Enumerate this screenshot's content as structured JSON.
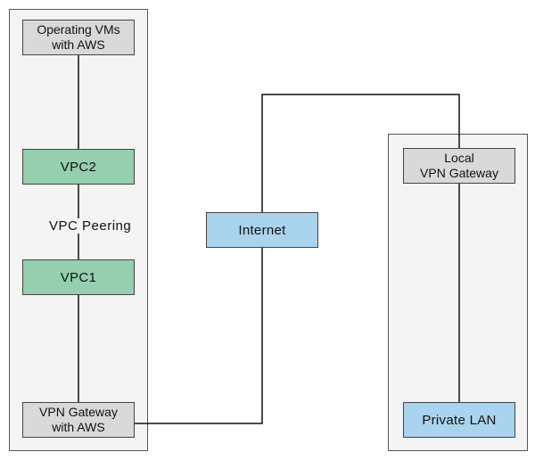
{
  "colors": {
    "gray_box": "#d9d9d9",
    "green_box": "#95cfb0",
    "blue_box": "#aad4ee",
    "panel": "#f4f4f4",
    "line": "#111111"
  },
  "left_panel": {
    "aws_vms": {
      "line1": "Operating VMs",
      "line2": "with AWS"
    },
    "vpc2": {
      "label": "VPC2"
    },
    "peering": {
      "label": "VPC Peering"
    },
    "vpc1": {
      "label": "VPC1"
    },
    "vpn_gateway": {
      "line1": "VPN Gateway",
      "line2": "with AWS"
    }
  },
  "internet": {
    "label": "Internet"
  },
  "right_panel": {
    "local_gateway": {
      "line1": "Local",
      "line2": "VPN Gateway"
    },
    "private_lan": {
      "label": "Private LAN"
    }
  }
}
